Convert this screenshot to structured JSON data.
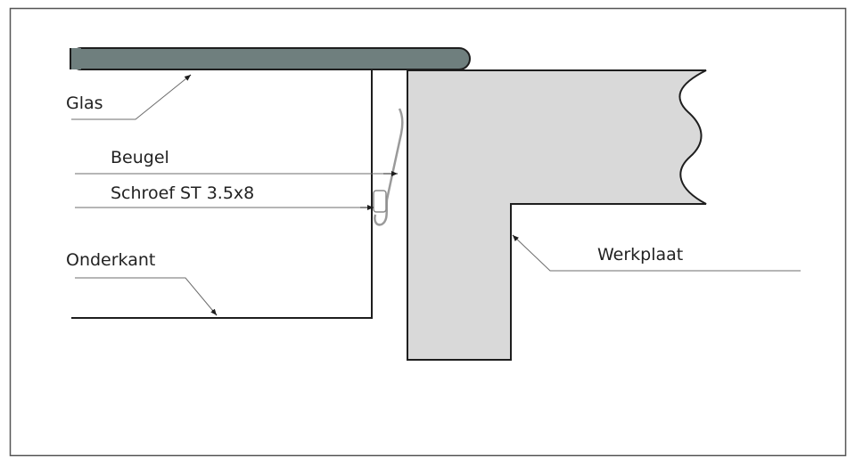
{
  "labels": {
    "glas": "Glas",
    "beugel": "Beugel",
    "schroef": "Schroef ST 3.5x8",
    "onderkant": "Onderkant",
    "werkplaat": "Werkplaat"
  },
  "colors": {
    "glass_fill": "#6f7f7e",
    "worktop_fill": "#d9d9d9",
    "frame_border": "#555555",
    "line": "#1e1e1e",
    "leader": "#6d6d6d",
    "text": "#222222"
  }
}
